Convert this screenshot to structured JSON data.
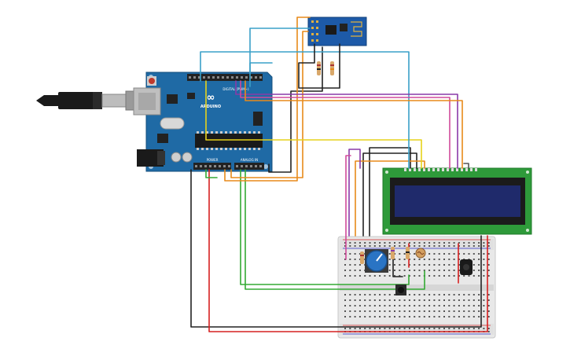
{
  "arduino": {
    "brand_label": "ARDUINO",
    "logo_symbol": "∞",
    "digital_label": "DIGITAL (PWM~)",
    "power_label": "POWER",
    "analog_label": "ANALOG IN",
    "color": "#1f6aa5"
  },
  "esp8266": {
    "color": "#1d5aa8"
  },
  "lcd": {
    "screen_color": "#1f2a6b",
    "board_color": "#2e9a3a"
  },
  "colors": {
    "black": "#222222",
    "red": "#d62020",
    "green": "#33aa33",
    "yellow": "#e6d21a",
    "orange": "#e88a1a",
    "purple": "#8a3aa8",
    "pink": "#d04a9a",
    "cyan": "#3aa0c8",
    "darkgray": "#555555"
  }
}
